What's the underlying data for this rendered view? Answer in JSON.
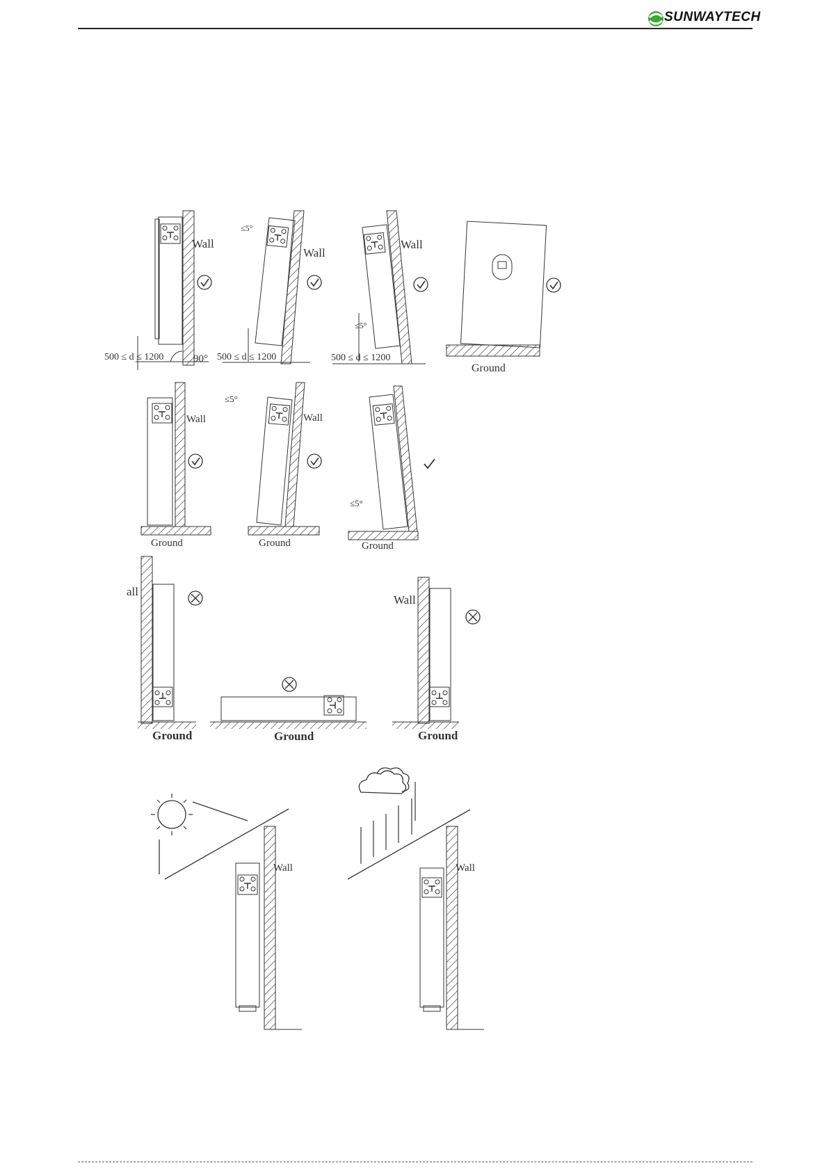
{
  "header": {
    "brand": "SUNWAYTECH",
    "brand_colors": {
      "green": "#3aa935",
      "dark": "#111111"
    }
  },
  "figures": {
    "row1": [
      {
        "wall_label": "Wall",
        "distance_label": "500 ≤ d ≤ 1200",
        "angle_label": "90°",
        "status": "correct"
      },
      {
        "wall_label": "Wall",
        "distance_label": "500 ≤ d ≤ 1200",
        "angle_label": "≤5°",
        "status": "correct"
      },
      {
        "wall_label": "Wall",
        "distance_label": "500 ≤ d ≤ 1200",
        "angle_label": "≤5°",
        "status": "correct"
      },
      {
        "ground_label": "Ground",
        "status": "correct"
      }
    ],
    "row2": [
      {
        "wall_label": "Wall",
        "ground_label": "Ground",
        "status": "correct"
      },
      {
        "wall_label": "Wall",
        "ground_label": "Ground",
        "angle_label": "≤5°",
        "status": "correct"
      },
      {
        "ground_label": "Ground",
        "angle_label": "≤5°",
        "status": "correct"
      }
    ],
    "row3": [
      {
        "wall_label": "all",
        "ground_label": "Ground",
        "status": "wrong"
      },
      {
        "ground_label": "Ground",
        "status": "wrong"
      },
      {
        "wall_label": "Wall",
        "ground_label": "Ground",
        "status": "wrong"
      }
    ],
    "row4": [
      {
        "wall_label": "Wall",
        "hazard": "sun"
      },
      {
        "wall_label": "Wall",
        "hazard": "rain"
      }
    ]
  }
}
